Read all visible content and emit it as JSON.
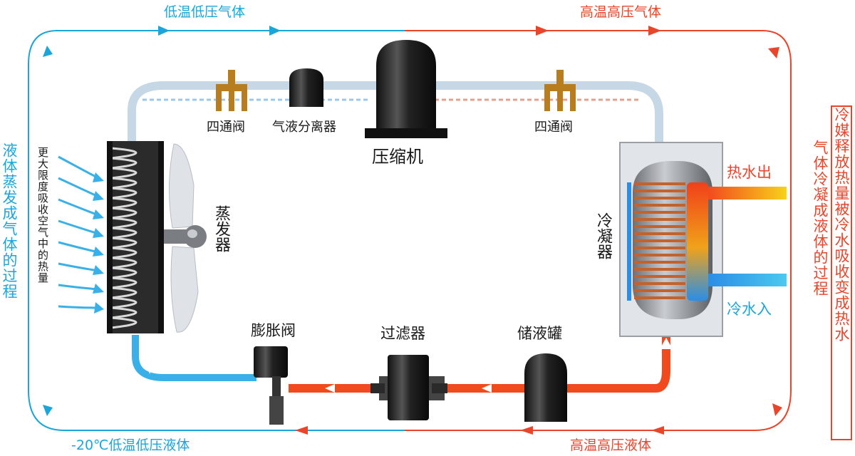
{
  "flow_labels": {
    "top_left": "低温低压气体",
    "top_right": "高温高压气体",
    "bottom_left": "-20℃低温低压液体",
    "bottom_right": "高温高压液体",
    "left_vertical": "液体蒸发成气体的过程",
    "right_vertical": "气体冷凝成液体的过程",
    "right_box": "冷媒释放热量被冷水吸收变成热水",
    "evaporator_note": "更大限度吸收空气中的热量"
  },
  "components": {
    "four_way_valve_left": "四通阀",
    "gas_liquid_separator": "气液分离器",
    "compressor": "压缩机",
    "four_way_valve_right": "四通阀",
    "evaporator": "蒸发器",
    "condenser": "冷凝器",
    "expansion_valve": "膨胀阀",
    "filter": "过滤器",
    "receiver": "储液罐",
    "hot_water_out": "热水出",
    "cold_water_in": "冷水入"
  },
  "colors": {
    "cold": "#1aa6d9",
    "hot": "#e8452a",
    "hot_water": "#f7c21a",
    "cold_water": "#2aa3e6",
    "coil": "#c4622d",
    "valve": "#b87d1e"
  }
}
